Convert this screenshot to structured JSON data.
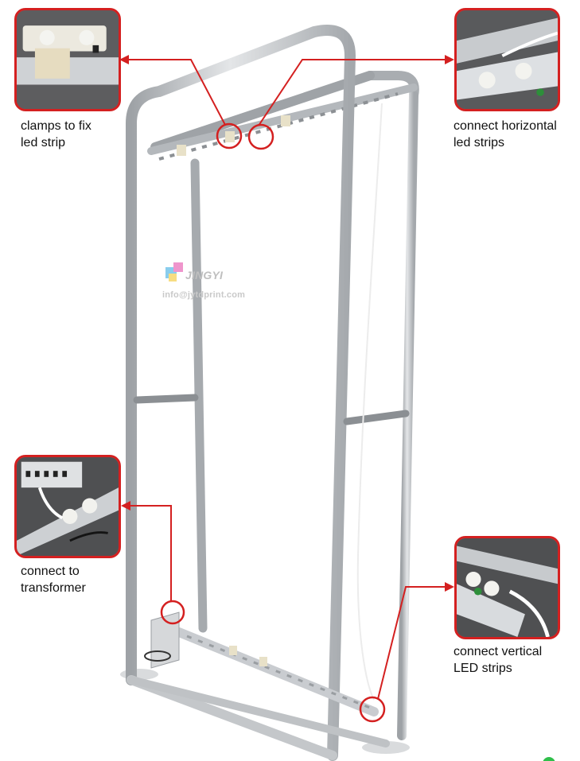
{
  "captions": {
    "top_left": "clamps to fix\nled strip",
    "top_right": "connect horizontal\nled strips",
    "mid_left": "connect to\ntransformer",
    "bottom_right": "connect vertical\nLED strips"
  },
  "watermark": {
    "brand": "JINGYI",
    "email": "info@jytdprint.com"
  },
  "colors": {
    "callout_red": "#d42020",
    "frame_aluminum": "#c7cacd",
    "background": "#ffffff"
  }
}
